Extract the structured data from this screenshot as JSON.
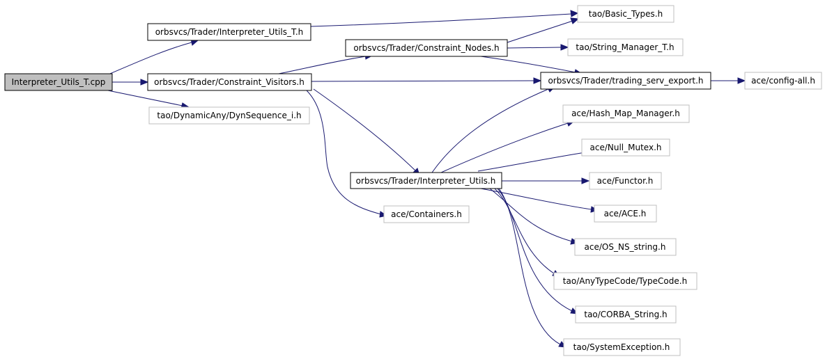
{
  "colors": {
    "edge": "#191970",
    "root_fill": "#bfbfbf",
    "border": "#000000",
    "ext_border": "#bfbfbf"
  },
  "nodes": {
    "root": "Interpreter_Utils_T.cpp",
    "interp_utils_t": "orbsvcs/Trader/Interpreter_Utils_T.h",
    "constraint_visitors": "orbsvcs/Trader/Constraint_Visitors.h",
    "dynsequence": "tao/DynamicAny/DynSequence_i.h",
    "constraint_nodes": "orbsvcs/Trader/Constraint_Nodes.h",
    "basic_types": "tao/Basic_Types.h",
    "string_manager": "tao/String_Manager_T.h",
    "trading_serv_export": "orbsvcs/Trader/trading_serv_export.h",
    "config_all": "ace/config-all.h",
    "hash_map_manager": "ace/Hash_Map_Manager.h",
    "null_mutex": "ace/Null_Mutex.h",
    "interp_utils": "orbsvcs/Trader/Interpreter_Utils.h",
    "functor": "ace/Functor.h",
    "containers": "ace/Containers.h",
    "ace": "ace/ACE.h",
    "os_ns_string": "ace/OS_NS_string.h",
    "typecode": "tao/AnyTypeCode/TypeCode.h",
    "corba_string": "tao/CORBA_String.h",
    "system_exception": "tao/SystemException.h"
  }
}
